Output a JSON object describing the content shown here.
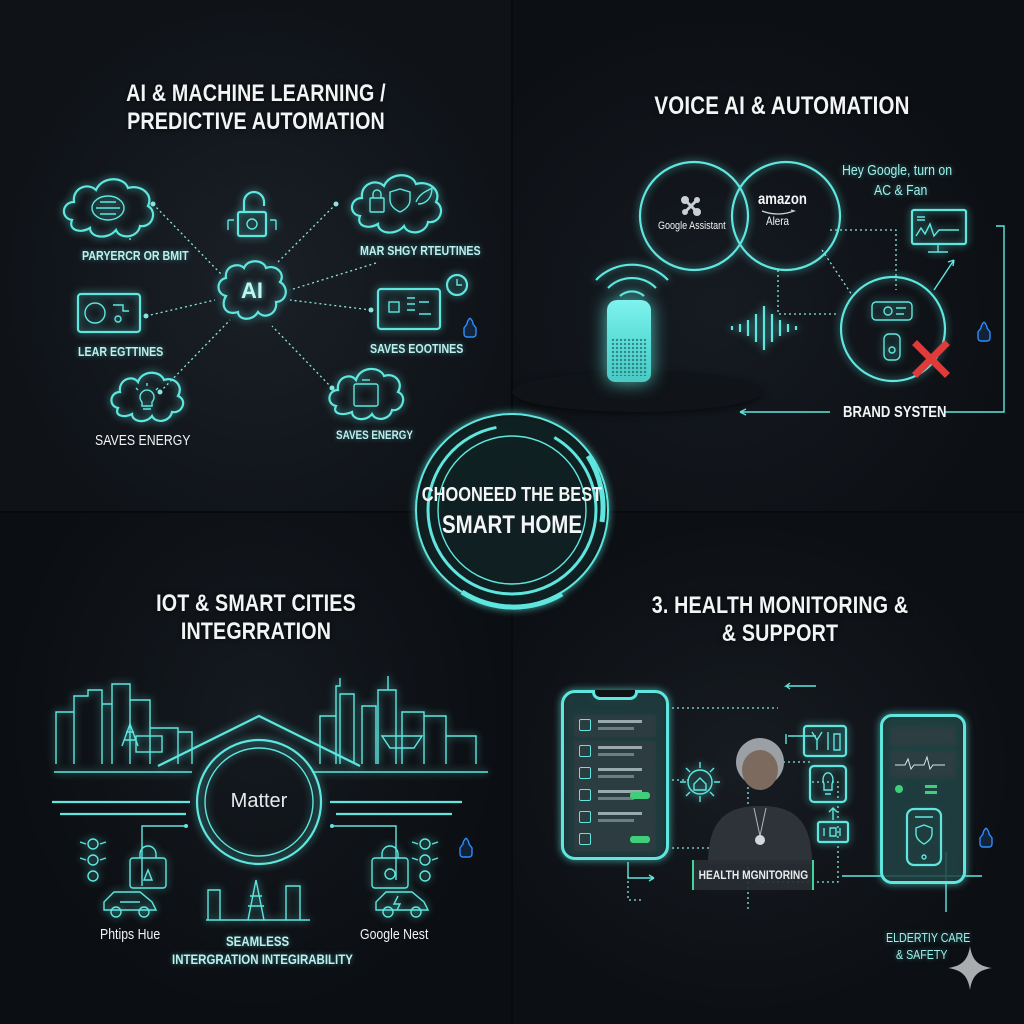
{
  "infographic": {
    "center": {
      "line1": "CHOONEED THE BEST",
      "line2": "SMART HOME"
    },
    "colors": {
      "neon_accent": "#5fe7df",
      "background": "#0d1015",
      "title_text": "#f2f4f5",
      "error_x": "#e03a3a",
      "status_green": "#3fcf7a",
      "tag_blue": "#2d8cff"
    },
    "quadrants": {
      "ai_ml": {
        "title_line1": "AI & MACHINE LEARNING /",
        "title_line2": "PREDICTIVE AUTOMATION",
        "hub_label": "AI",
        "nodes": [
          {
            "label": "PARYERCR OR BMIT",
            "icon": "brain-icon"
          },
          {
            "label": "",
            "icon": "unlock-icon"
          },
          {
            "label": "MAR SHGY RTEUTINES",
            "icon": "lock-shield-leaf-icon"
          },
          {
            "label": "LEAR EGTTINES",
            "icon": "thermostat-panel-icon"
          },
          {
            "label": "SAVES EOOTINES",
            "icon": "control-panel-icon"
          },
          {
            "label": "SAVES ENERGY",
            "icon": "lightbulb-icon"
          },
          {
            "label": "SAVES ENERGY",
            "icon": "appliance-icon"
          }
        ]
      },
      "voice_ai": {
        "title": "VOICE AI & AUTOMATION",
        "assistant_1": "Google Assistant",
        "assistant_2_brand": "amazon",
        "assistant_2_name": "Alera",
        "command_line1": "Hey Google, turn on",
        "command_line2": "AC & Fan",
        "footer_label": "BRAND SYSTEN"
      },
      "iot": {
        "title_line1": "IOT & SMART CITIES",
        "title_line2": "INTEGRRATION",
        "hub_label": "Matter",
        "left_brand": "Phtips Hue",
        "right_brand": "Google Nest",
        "bottom_line1": "SEAMLESS",
        "bottom_line2": "INTERGRATION INTEGIRABILITY"
      },
      "health": {
        "title_line1": "3. HEALTH MONITORING &",
        "title_line2": "& SUPPORT",
        "banner": "HEALTH MGNITORING",
        "footer_line1": "ELDERTIY CARE",
        "footer_line2": "& SAFETY"
      }
    }
  }
}
